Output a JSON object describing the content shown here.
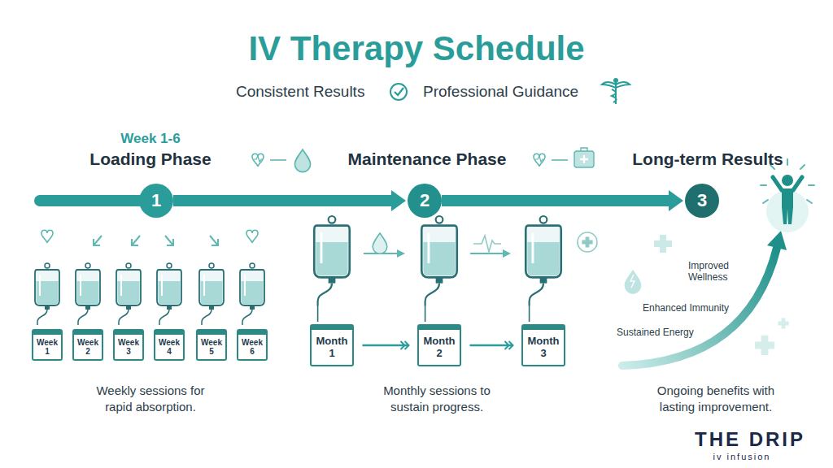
{
  "diagram": {
    "title": "IV Therapy Schedule",
    "nodes": [
      {
        "text": [
          "1"
        ]
      },
      {
        "text": [
          "2"
        ]
      },
      {
        "text": [
          "3"
        ]
      },
      {
        "text": [
          "Week 1"
        ]
      },
      {
        "text": [
          "Week 2"
        ]
      },
      {
        "text": [
          "Week 3"
        ]
      },
      {
        "text": [
          "Week 4"
        ]
      },
      {
        "text": [
          "Week 5"
        ]
      },
      {
        "text": [
          "Week 6"
        ]
      },
      {
        "text": [
          "Month 1"
        ]
      },
      {
        "text": [
          "Month 2"
        ]
      },
      {
        "text": [
          "Month 3"
        ]
      }
    ],
    "edges": [
      {
        "from": 0,
        "to": 1,
        "arrow": "to"
      },
      {
        "from": 1,
        "to": 2,
        "arrow": "to"
      },
      {
        "from": 9,
        "to": 10,
        "arrow": "to"
      },
      {
        "from": 10,
        "to": 11,
        "arrow": "to"
      }
    ],
    "labels": [
      "Consistent Results",
      "Professional Guidance",
      "Week 1-6",
      "Loading Phase",
      "Maintenance Phase",
      "Long-term Results",
      "Weekly sessions for rapid absorption.",
      "Monthly sessions to sustain progress.",
      "Ongoing benefits with lasting improvement.",
      "Improved Wellness",
      "Enhanced Immunity",
      "Sustained Energy",
      "THE DRIP",
      "iv infusion"
    ]
  }
}
